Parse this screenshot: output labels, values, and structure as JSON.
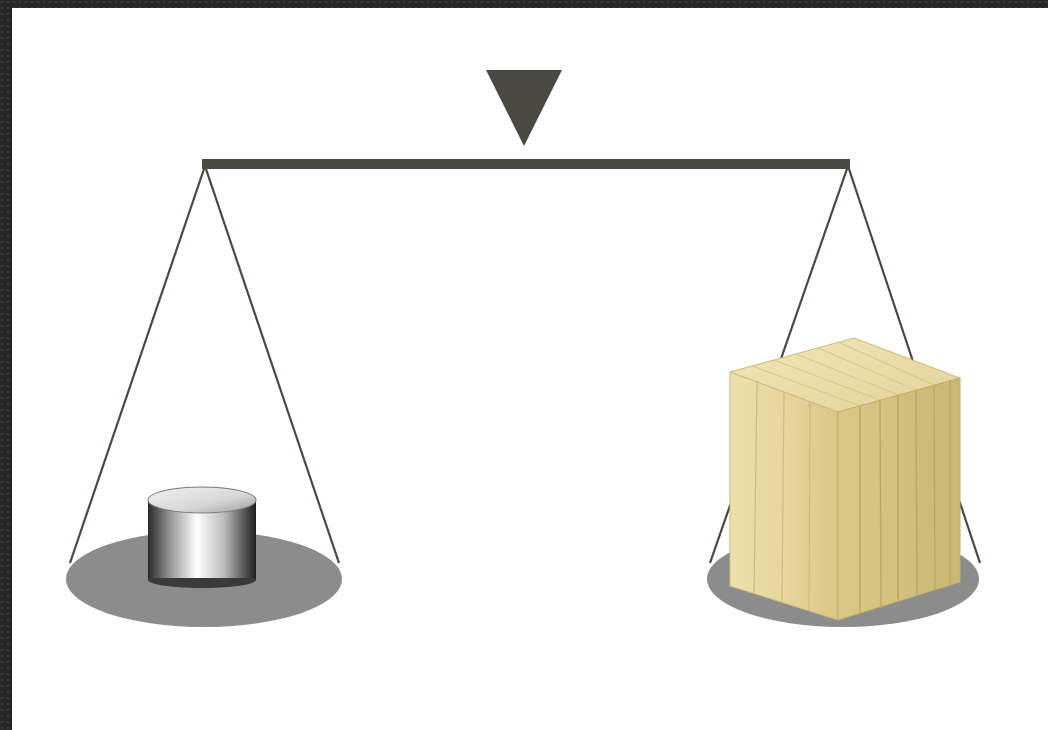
{
  "diagram": {
    "type": "balance-scale",
    "left_pan": {
      "object": "metal-cylinder-weight"
    },
    "right_pan": {
      "object": "wooden-cube"
    }
  },
  "colors": {
    "frame": "#262626",
    "background": "#ffffff",
    "beam": "#4a4a40",
    "pointer": "#4a4a40",
    "strings": "#4a4a40",
    "pans": "#8c8c8c",
    "metal": "#c8c8c8",
    "wood": "#e6d9a4"
  },
  "icons": {
    "pointer": "triangle-down-icon",
    "weight": "cylinder-weight-icon",
    "block": "wood-cube-icon"
  }
}
